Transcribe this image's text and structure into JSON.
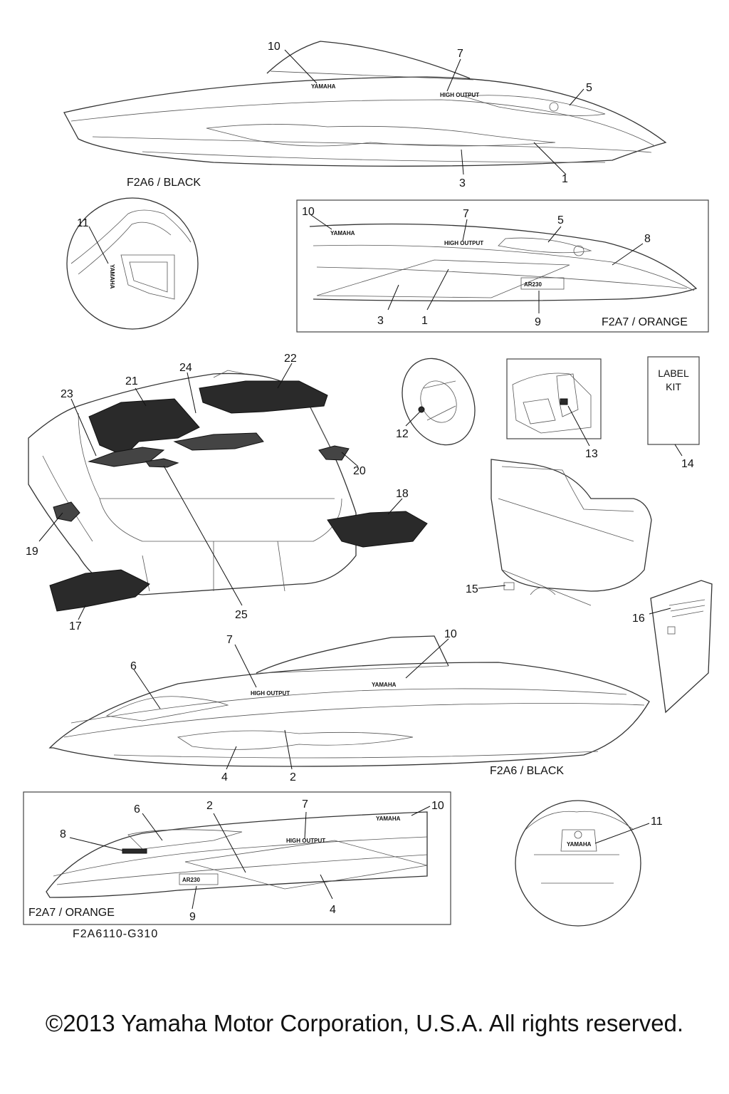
{
  "variants": {
    "top_black": "F2A6 / BLACK",
    "top_orange": "F2A7 / ORANGE",
    "mid_black": "F2A6 / BLACK",
    "bottom_orange": "F2A7 / ORANGE"
  },
  "drawing_code": "F2A6110-G310",
  "label_kit": {
    "line1": "LABEL",
    "line2": "KIT"
  },
  "decal_text": {
    "brand": "YAMAHA",
    "output": "HIGH OUTPUT",
    "model": "AR230"
  },
  "callouts": {
    "c1": "10",
    "c2": "7",
    "c3": "5",
    "c4": "3",
    "c5": "1",
    "c6": "11",
    "c7": "10",
    "c8": "7",
    "c9": "5",
    "c10": "8",
    "c11": "3",
    "c12": "1",
    "c13": "9",
    "c14": "22",
    "c15": "24",
    "c16": "21",
    "c17": "23",
    "c18": "20",
    "c19": "18",
    "c20": "19",
    "c21": "25",
    "c22": "17",
    "c23": "12",
    "c24": "13",
    "c25": "14",
    "c26": "15",
    "c27": "16",
    "c28": "7",
    "c29": "10",
    "c30": "6",
    "c31": "4",
    "c32": "2",
    "c33": "6",
    "c34": "2",
    "c35": "7",
    "c36": "10",
    "c37": "8",
    "c38": "9",
    "c39": "4",
    "c40": "11"
  },
  "copyright": "©2013 Yamaha Motor Corporation, U.S.A. All rights reserved."
}
